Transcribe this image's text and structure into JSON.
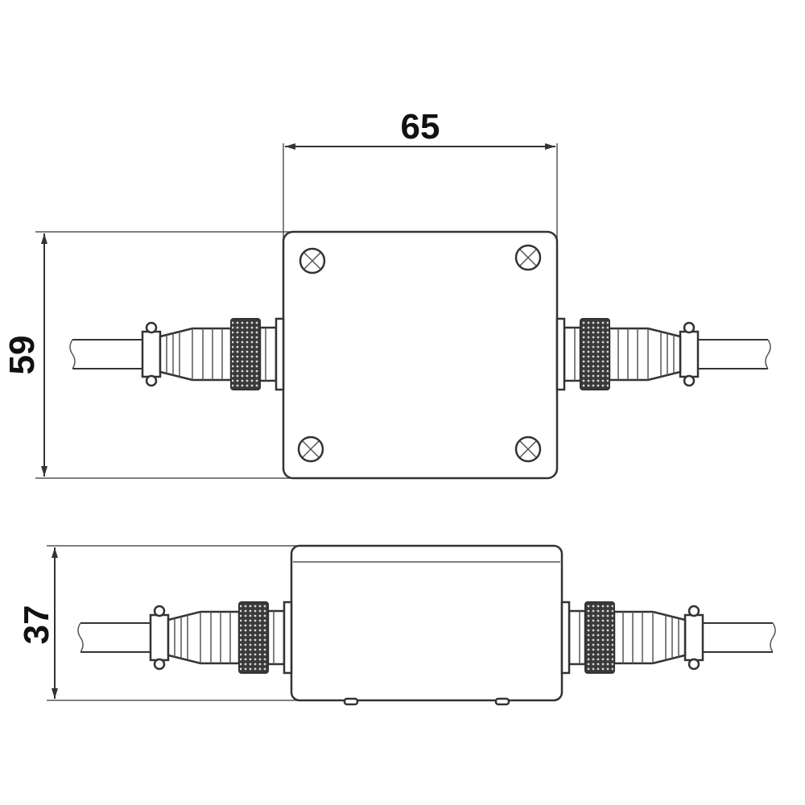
{
  "drawing": {
    "top_view": {
      "width_label": "65",
      "height_label": "59"
    },
    "side_view": {
      "height_label": "37"
    }
  },
  "colors": {
    "line": "#333333",
    "knurl": "#444444",
    "background": "#ffffff"
  },
  "icons": {
    "screw": "screw-cross-icon"
  }
}
